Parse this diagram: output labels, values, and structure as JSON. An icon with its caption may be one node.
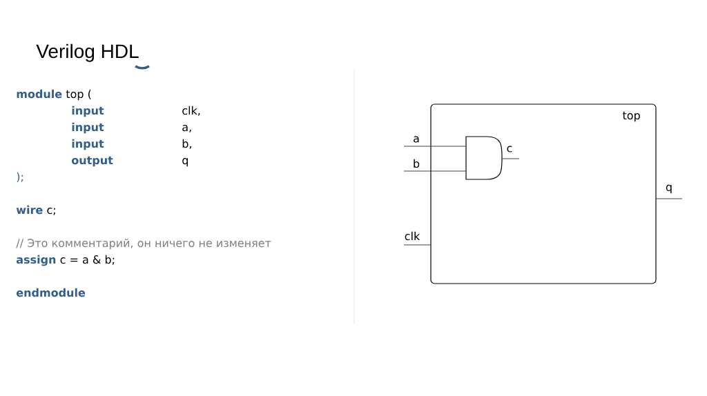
{
  "diagram": {
    "title": "Verilog HDL",
    "nodes": [
      {
        "text": [
          "top"
        ]
      },
      {
        "text": [],
        "shape": "gate",
        "in": 0
      }
    ],
    "edges": [
      {
        "from": null,
        "to": 1,
        "arrow": "none",
        "label": "a"
      },
      {
        "from": null,
        "to": 1,
        "arrow": "none",
        "label": "b"
      },
      {
        "from": 1,
        "to": null,
        "arrow": "none",
        "label": "c"
      },
      {
        "from": null,
        "to": 0,
        "arrow": "none",
        "label": "clk"
      },
      {
        "from": 0,
        "to": null,
        "arrow": "none",
        "label": "q"
      }
    ],
    "labels": [
      "module",
      "top (",
      "input",
      "clk,",
      "input",
      "a,",
      "input",
      "b,",
      "output",
      "q",
      ");",
      "wire",
      "c;",
      "// Это комментарий, он ничего не изменяет",
      "assign",
      "c = a & b;",
      "endmodule"
    ]
  }
}
